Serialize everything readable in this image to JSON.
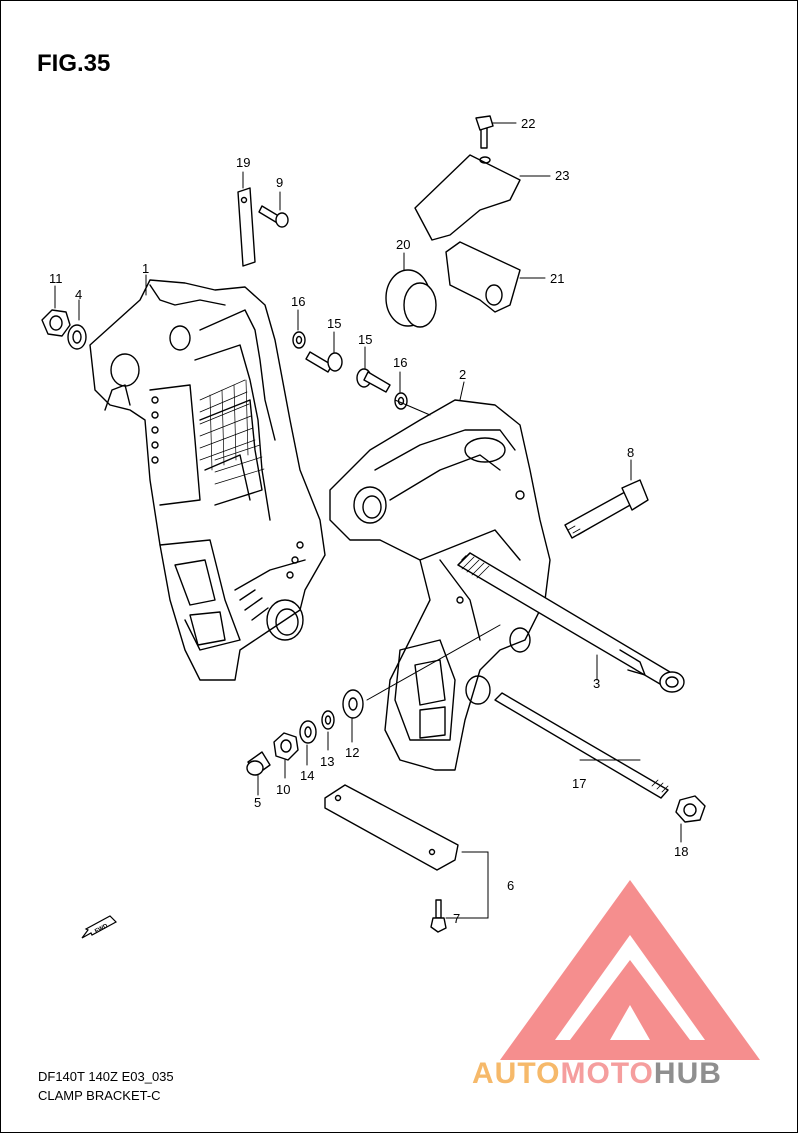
{
  "figure": {
    "title": "FIG.35",
    "model_code": "DF140T 140Z E03_035",
    "caption": "CLAMP BRACKET-C"
  },
  "callouts": [
    "1",
    "2",
    "3",
    "4",
    "5",
    "6",
    "7",
    "8",
    "9",
    "10",
    "11",
    "12",
    "13",
    "14",
    "15",
    "15",
    "16",
    "16",
    "17",
    "18",
    "19",
    "20",
    "21",
    "22",
    "23"
  ],
  "fwd_label": "FWD",
  "watermark": {
    "part1": "AUTO",
    "part2": "MOTO",
    "part3": "HUB",
    "colors": {
      "triangle": "#f47b7b",
      "auto": "#f6b96a",
      "moto": "#f59e9e",
      "hub": "#8f8f8f"
    }
  }
}
